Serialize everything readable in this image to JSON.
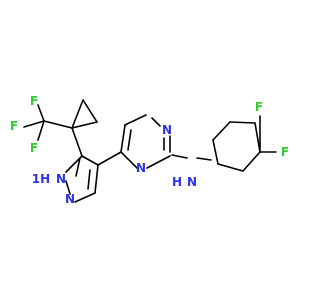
{
  "colors": {
    "bond": "#000000",
    "N": "#2e33e6",
    "F": "#33cc33",
    "background": "#ffffff"
  },
  "atoms": {
    "F_top": "F",
    "F_right": "F",
    "N_amine": "N",
    "H_amine": "H",
    "N_pyr_top": "N",
    "N_pyr_bottom": "N",
    "H_pyrazole": "1H",
    "N_pyrazole_1": "N",
    "N_pyrazole_2": "N",
    "F_cf3_left": "F",
    "F_cf3_top": "F",
    "F_cf3_bottom": "F"
  }
}
